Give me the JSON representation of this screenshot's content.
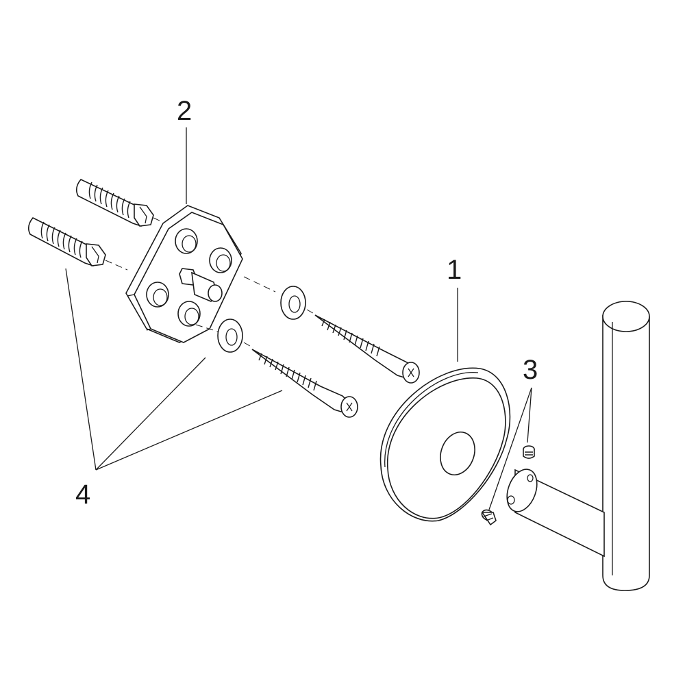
{
  "labels": {
    "part_1": "1",
    "part_2": "2",
    "part_3": "3",
    "part_4": "4"
  },
  "parts": [
    {
      "number": "1",
      "name": "cover-rosette"
    },
    {
      "number": "2",
      "name": "mounting-plate"
    },
    {
      "number": "3",
      "name": "set-screw"
    },
    {
      "number": "4",
      "name": "wall-plug-and-screw"
    }
  ]
}
